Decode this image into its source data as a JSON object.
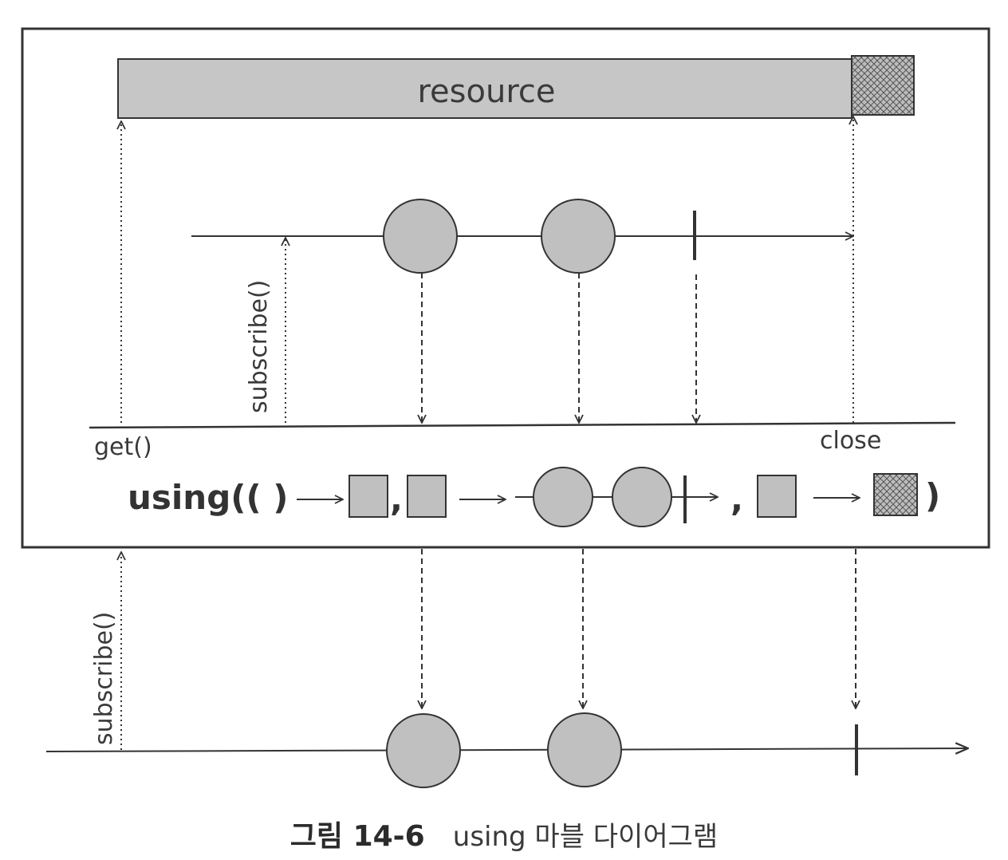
{
  "diagram": {
    "resource_label": "resource",
    "get_label": "get()",
    "close_label": "close",
    "inner_subscribe_label": "subscribe()",
    "outer_subscribe_label": "subscribe()",
    "using_label": "using(( )",
    "comma": ",",
    "closing_paren": ")"
  },
  "caption": {
    "figure_number": "그림 14-6",
    "text": "using 마블 다이어그램"
  },
  "colors": {
    "shape_fill": "#c0c0c0",
    "stroke": "#333333",
    "resource_fill": "#c6c6c6"
  }
}
